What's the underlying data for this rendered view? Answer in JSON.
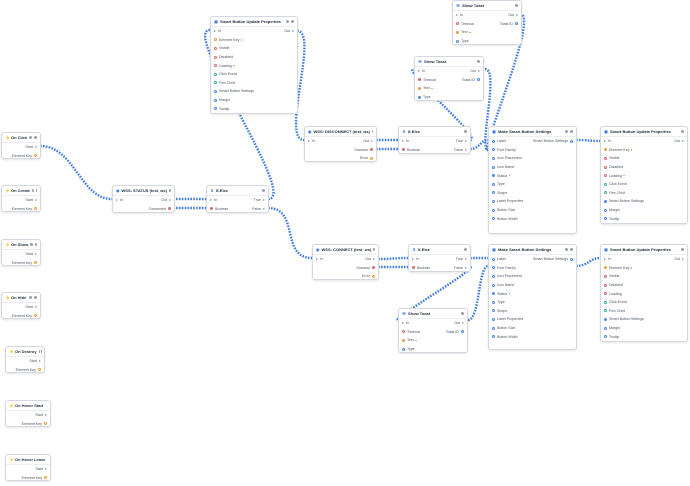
{
  "nodes": {
    "on_click": {
      "title": "On Click",
      "start": "Start",
      "element_key": "Element Key"
    },
    "on_create": {
      "title": "On Create",
      "start": "Start",
      "element_key": "Element Key"
    },
    "on_show": {
      "title": "On Show",
      "start": "Start",
      "element_key": "Element Key"
    },
    "on_hide": {
      "title": "On Hide",
      "start": "Start",
      "element_key": "Element Key"
    },
    "on_destroy": {
      "title": "On Destroy",
      "start": "Start",
      "element_key": "Element Key"
    },
    "on_hover_start": {
      "title": "On Hover Start",
      "start": "Start",
      "element_key": "Element Key"
    },
    "on_hover_leave": {
      "title": "On Hover Leave",
      "start": "Start",
      "element_key": "Element Key"
    },
    "wss_status": {
      "title": "WSS: STATUS (test_ws)",
      "in": "In",
      "out": "Out",
      "connected": "Connected"
    },
    "if_else_1": {
      "title": "If-Else",
      "in": "In",
      "true": "True",
      "false": "False",
      "boolean": "Boolean"
    },
    "sbup_top": {
      "title": "Smart Button Update Properties",
      "in": "In",
      "out": "Out",
      "rows": [
        "Element Key",
        "Visible",
        "Disabled",
        "Loading",
        "Click Event",
        "Flex Child",
        "Smart Button Settings",
        "Margin",
        "Tooltip"
      ]
    },
    "show_toast_top": {
      "title": "Show Toast",
      "in": "In",
      "out": "Out",
      "timeout": "Timeout",
      "toast_id": "Toast ID",
      "text": "Text",
      "type": "Type"
    },
    "show_toast_mid": {
      "title": "Show Toast",
      "in": "In",
      "out": "Out",
      "timeout": "Timeout",
      "toast_id": "Toast ID",
      "text": "Text",
      "type": "Type"
    },
    "wss_disconnect": {
      "title": "WSS: DISCONNECT (test_ws)",
      "in": "In",
      "out": "Out",
      "success": "Success",
      "error": "Error"
    },
    "if_else_2": {
      "title": "If-Else",
      "in": "In",
      "true": "True",
      "false": "False",
      "boolean": "Boolean"
    },
    "make_sbs_1": {
      "title": "Make Smart Button Settings",
      "output": "Smart Button Settings",
      "rows": [
        "Label",
        "Font Family",
        "Icon Placement",
        "Icon Name",
        "Status",
        "Type",
        "Shape",
        "Label Properties",
        "Button Size",
        "Button Width"
      ]
    },
    "sbup_right_1": {
      "title": "Smart Button Update Properties",
      "in": "In",
      "out": "Out",
      "rows": [
        "Element Key",
        "Visible",
        "Disabled",
        "Loading",
        "Click Event",
        "Flex Child",
        "Smart Button Settings",
        "Margin",
        "Tooltip"
      ]
    },
    "wss_connect": {
      "title": "WSS: CONNECT (test_ws)",
      "in": "In",
      "out": "Out",
      "success": "Success",
      "error": "Error"
    },
    "if_else_3": {
      "title": "If-Else",
      "in": "In",
      "true": "True",
      "false": "False",
      "boolean": "Boolean"
    },
    "make_sbs_2": {
      "title": "Make Smart Button Settings",
      "output": "Smart Button Settings",
      "rows": [
        "Label",
        "Font Family",
        "Icon Placement",
        "Icon Name",
        "Status",
        "Type",
        "Shape",
        "Label Properties",
        "Button Size",
        "Button Width"
      ]
    },
    "sbup_right_2": {
      "title": "Smart Button Update Properties",
      "in": "In",
      "out": "Out",
      "rows": [
        "Element Key",
        "Visible",
        "Disabled",
        "Loading",
        "Click Event",
        "Flex Child",
        "Smart Button Settings",
        "Margin",
        "Tooltip"
      ]
    },
    "show_toast_bottom": {
      "title": "Show Toast",
      "in": "In",
      "out": "Out",
      "timeout": "Timeout",
      "toast_id": "Toast ID",
      "text": "Text",
      "type": "Type"
    }
  },
  "colors": {
    "wire": "#3d7be0",
    "exec": "#8a949e",
    "red": "#e06a6a",
    "orange": "#e8a038",
    "teal": "#35b3a2",
    "blue": "#4a8be0"
  }
}
